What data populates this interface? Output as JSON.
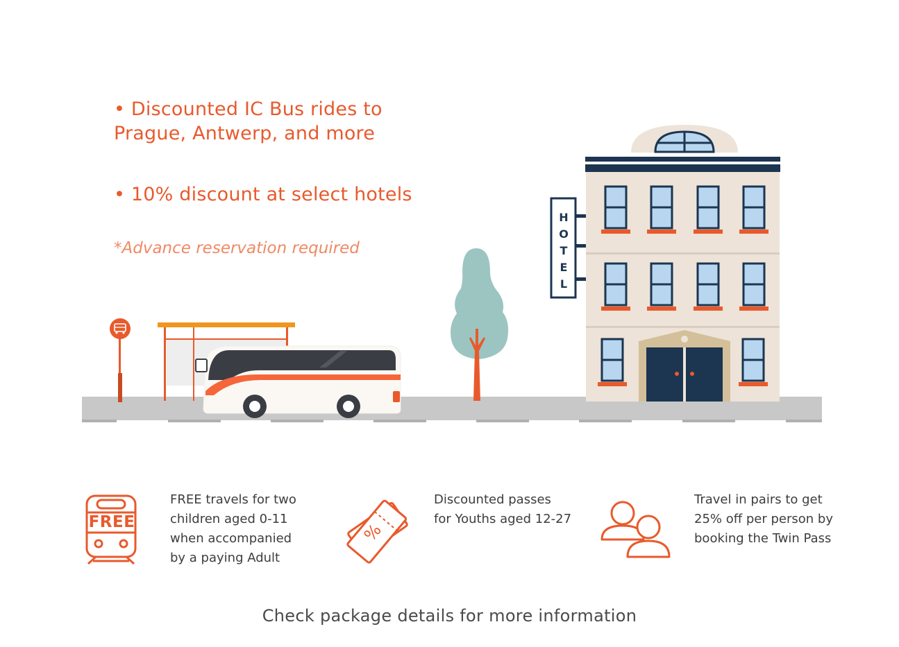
{
  "bullets": {
    "bus": "• Discounted IC Bus rides to Prague, Antwerp, and more",
    "hotel": "• 10% discount at select hotels",
    "hotel_note": "*Advance reservation required"
  },
  "scene": {
    "hotel_sign": [
      "H",
      "O",
      "T",
      "E",
      "L"
    ]
  },
  "features": [
    {
      "icon": "train-free-icon",
      "badge": "FREE",
      "text": "FREE travels for two\nchildren aged 0-11\nwhen accompanied\nby a paying Adult"
    },
    {
      "icon": "discount-ticket-icon",
      "badge": "%",
      "text": "Discounted passes\nfor Youths aged 12-27"
    },
    {
      "icon": "two-people-icon",
      "text": "Travel in pairs to get\n25% off per person by\nbooking the Twin Pass"
    }
  ],
  "footer": "Check package details for more information",
  "colors": {
    "accent": "#e85a2c",
    "navy": "#1c3550",
    "building": "#ede3d8",
    "tree": "#9cc5c2",
    "road": "#c8c8c8",
    "shelter_roof": "#f0961e",
    "window": "#b8d6ef"
  }
}
